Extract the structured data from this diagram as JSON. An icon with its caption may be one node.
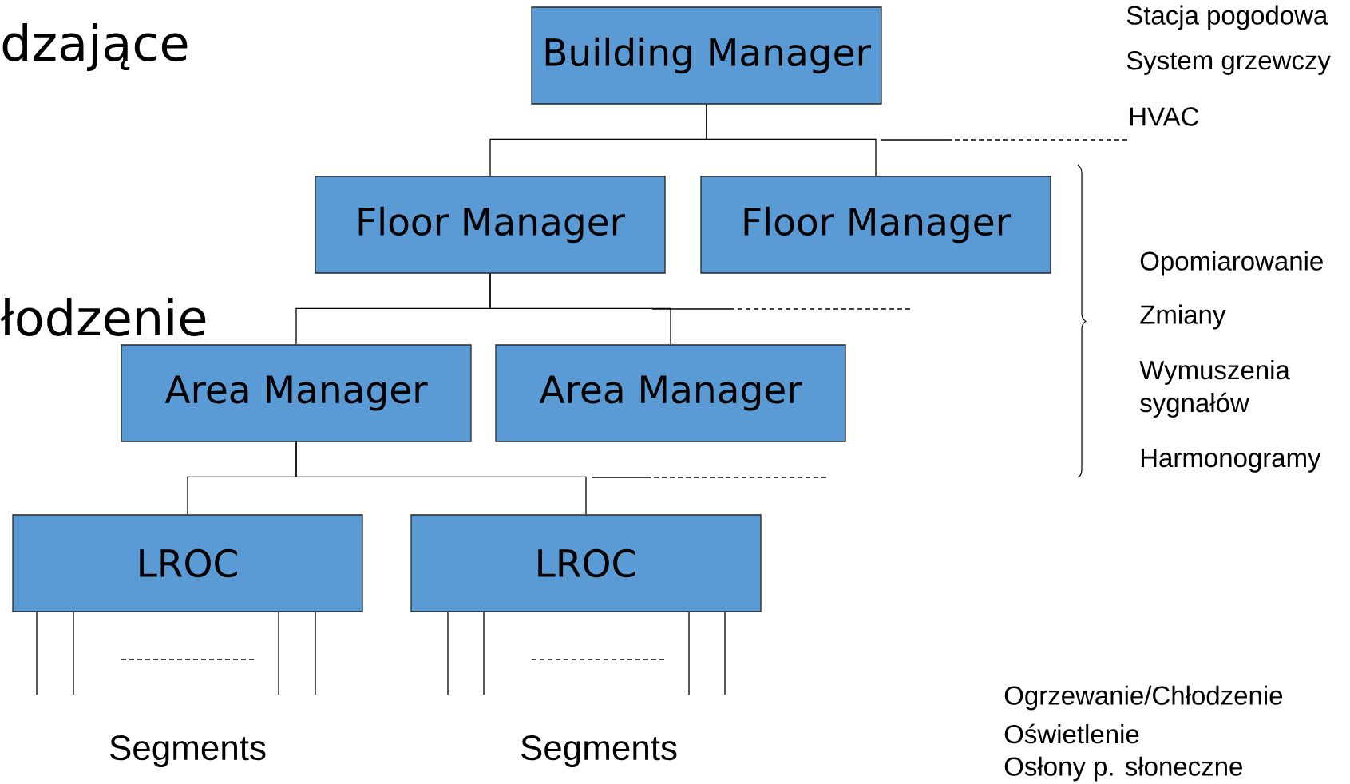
{
  "diagram": {
    "nodes": [
      {
        "text": [
          "Building Manager"
        ]
      },
      {
        "text": [
          "Floor Manager"
        ]
      },
      {
        "text": [
          "Floor Manager"
        ]
      },
      {
        "text": [
          "Area Manager"
        ]
      },
      {
        "text": [
          "Area Manager"
        ]
      },
      {
        "text": [
          "LROC"
        ]
      },
      {
        "text": [
          "LROC"
        ]
      }
    ],
    "edges": [
      {
        "from": 0,
        "to": 1,
        "arrow": "none"
      },
      {
        "from": 0,
        "to": 2,
        "arrow": "none"
      },
      {
        "from": 1,
        "to": 3,
        "arrow": "none"
      },
      {
        "from": 1,
        "to": 4,
        "arrow": "none"
      },
      {
        "from": 3,
        "to": 5,
        "arrow": "none"
      },
      {
        "from": 3,
        "to": 6,
        "arrow": "none"
      }
    ],
    "labels": [
      "dzające",
      "Stacja pogodowa",
      "System grzewczy",
      "HVAC",
      "Opomiarowanie",
      "Zmiany",
      "łodzenie",
      "Wymuszenia sygnałów",
      "Harmonogramy",
      "Segments",
      "Segments",
      "Ogrzewanie/Chłodzenie",
      "Oświetlenie",
      "Osłony p. słoneczne"
    ]
  }
}
